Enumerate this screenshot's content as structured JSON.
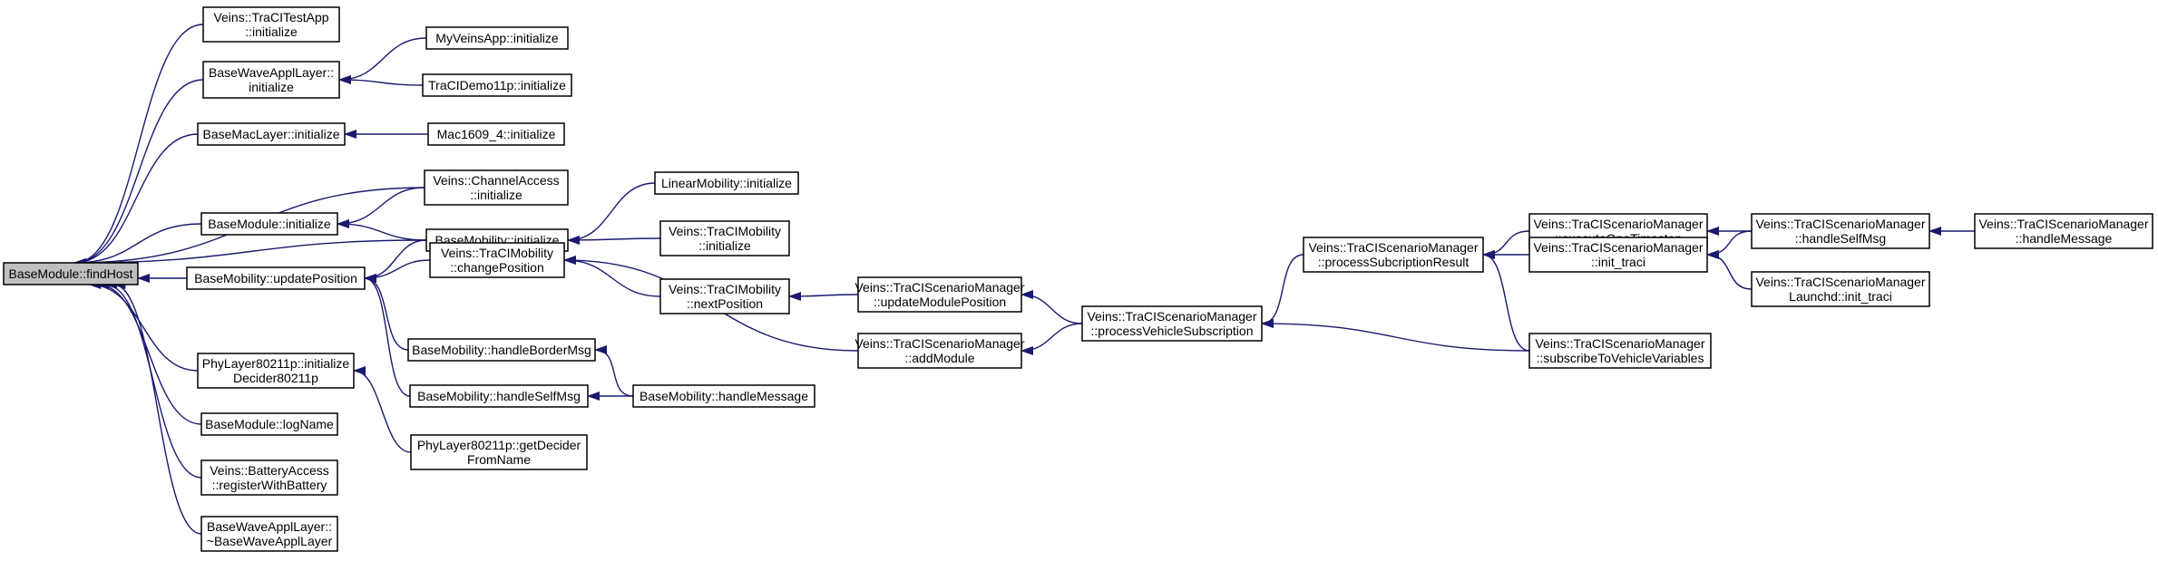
{
  "diagram": {
    "type": "doxygen-caller-graph",
    "colors": {
      "edge": "#191970",
      "root_fill": "#bfbfbf",
      "node_fill": "#ffffff",
      "border": "#000000"
    },
    "nodes": [
      {
        "id": "n0",
        "lines": [
          "BaseModule::findHost"
        ],
        "root": true
      },
      {
        "id": "n1",
        "lines": [
          "Veins::TraCITestApp",
          "::initialize"
        ]
      },
      {
        "id": "n2",
        "lines": [
          "BaseWaveApplLayer::",
          "initialize"
        ]
      },
      {
        "id": "n3",
        "lines": [
          "BaseMacLayer::initialize"
        ]
      },
      {
        "id": "n4",
        "lines": [
          "BaseModule::initialize"
        ]
      },
      {
        "id": "n5",
        "lines": [
          "BaseMobility::updatePosition"
        ]
      },
      {
        "id": "n6",
        "lines": [
          "PhyLayer80211p::initialize",
          "Decider80211p"
        ]
      },
      {
        "id": "n7",
        "lines": [
          "BaseModule::logName"
        ]
      },
      {
        "id": "n8",
        "lines": [
          "Veins::BatteryAccess",
          "::registerWithBattery"
        ]
      },
      {
        "id": "n9",
        "lines": [
          "BaseWaveApplLayer::",
          "~BaseWaveApplLayer"
        ]
      },
      {
        "id": "n10",
        "lines": [
          "MyVeinsApp::initialize"
        ]
      },
      {
        "id": "n11",
        "lines": [
          "TraCIDemo11p::initialize"
        ]
      },
      {
        "id": "n12",
        "lines": [
          "Mac1609_4::initialize"
        ]
      },
      {
        "id": "n13",
        "lines": [
          "Veins::ChannelAccess",
          "::initialize"
        ]
      },
      {
        "id": "n14",
        "lines": [
          "BaseMobility::initialize"
        ]
      },
      {
        "id": "n15",
        "lines": [
          "Veins::TraCIMobility",
          "::changePosition"
        ]
      },
      {
        "id": "n16",
        "lines": [
          "BaseMobility::handleBorderMsg"
        ]
      },
      {
        "id": "n17",
        "lines": [
          "BaseMobility::handleSelfMsg"
        ]
      },
      {
        "id": "n18",
        "lines": [
          "PhyLayer80211p::getDecider",
          "FromName"
        ]
      },
      {
        "id": "n19",
        "lines": [
          "LinearMobility::initialize"
        ]
      },
      {
        "id": "n20",
        "lines": [
          "Veins::TraCIMobility",
          "::initialize"
        ]
      },
      {
        "id": "n21",
        "lines": [
          "Veins::TraCIMobility",
          "::nextPosition"
        ]
      },
      {
        "id": "n22",
        "lines": [
          "BaseMobility::handleMessage"
        ]
      },
      {
        "id": "n23",
        "lines": [
          "Veins::TraCIScenarioManager",
          "::updateModulePosition"
        ]
      },
      {
        "id": "n24",
        "lines": [
          "Veins::TraCIScenarioManager",
          "::addModule"
        ]
      },
      {
        "id": "n25",
        "lines": [
          "Veins::TraCIScenarioManager",
          "::processVehicleSubscription"
        ]
      },
      {
        "id": "n26",
        "lines": [
          "Veins::TraCIScenarioManager",
          "::processSubcriptionResult"
        ]
      },
      {
        "id": "n27",
        "lines": [
          "Veins::TraCIScenarioManager",
          "::executeOneTimestep"
        ]
      },
      {
        "id": "n28",
        "lines": [
          "Veins::TraCIScenarioManager",
          "::init_traci"
        ]
      },
      {
        "id": "n29",
        "lines": [
          "Veins::TraCIScenarioManager",
          "::subscribeToVehicleVariables"
        ]
      },
      {
        "id": "n30",
        "lines": [
          "Veins::TraCIScenarioManager",
          "::handleSelfMsg"
        ]
      },
      {
        "id": "n31",
        "lines": [
          "Veins::TraCIScenarioManager",
          "Launchd::init_traci"
        ]
      },
      {
        "id": "n32",
        "lines": [
          "Veins::TraCIScenarioManager",
          "::handleMessage"
        ]
      }
    ],
    "edges": [
      {
        "from": "n1",
        "to": "n0"
      },
      {
        "from": "n2",
        "to": "n0"
      },
      {
        "from": "n3",
        "to": "n0"
      },
      {
        "from": "n4",
        "to": "n0"
      },
      {
        "from": "n5",
        "to": "n0"
      },
      {
        "from": "n6",
        "to": "n0"
      },
      {
        "from": "n7",
        "to": "n0"
      },
      {
        "from": "n8",
        "to": "n0"
      },
      {
        "from": "n9",
        "to": "n0"
      },
      {
        "from": "n13",
        "to": "n0"
      },
      {
        "from": "n14",
        "to": "n0"
      },
      {
        "from": "n10",
        "to": "n2"
      },
      {
        "from": "n11",
        "to": "n2"
      },
      {
        "from": "n12",
        "to": "n3"
      },
      {
        "from": "n13",
        "to": "n4"
      },
      {
        "from": "n14",
        "to": "n4"
      },
      {
        "from": "n19",
        "to": "n14"
      },
      {
        "from": "n20",
        "to": "n14"
      },
      {
        "from": "n14",
        "to": "n5"
      },
      {
        "from": "n15",
        "to": "n5"
      },
      {
        "from": "n16",
        "to": "n5"
      },
      {
        "from": "n17",
        "to": "n5"
      },
      {
        "from": "n18",
        "to": "n6"
      },
      {
        "from": "n21",
        "to": "n15"
      },
      {
        "from": "n24",
        "to": "n15"
      },
      {
        "from": "n22",
        "to": "n16"
      },
      {
        "from": "n22",
        "to": "n17"
      },
      {
        "from": "n23",
        "to": "n21"
      },
      {
        "from": "n25",
        "to": "n23"
      },
      {
        "from": "n25",
        "to": "n24"
      },
      {
        "from": "n26",
        "to": "n25"
      },
      {
        "from": "n29",
        "to": "n25"
      },
      {
        "from": "n27",
        "to": "n26"
      },
      {
        "from": "n28",
        "to": "n26"
      },
      {
        "from": "n29",
        "to": "n26"
      },
      {
        "from": "n30",
        "to": "n27"
      },
      {
        "from": "n30",
        "to": "n28"
      },
      {
        "from": "n31",
        "to": "n28"
      },
      {
        "from": "n32",
        "to": "n30"
      }
    ]
  }
}
